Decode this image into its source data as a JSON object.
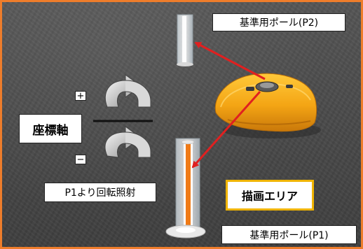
{
  "labels": {
    "pole_p2": "基準用ポール(P2)",
    "pole_p1": "基準用ポール(P1)",
    "coordinate_axis": "座標軸",
    "rotation_irradiation": "P1より回転照射",
    "drawing_area": "描画エリア",
    "plus": "+",
    "minus": "−"
  },
  "colors": {
    "border": "#ee7d2b",
    "arrow": "#e02020",
    "robot_body": "#f2a91a",
    "pole_stripe": "#f07a16",
    "drawing_area_border": "#f0b400"
  }
}
